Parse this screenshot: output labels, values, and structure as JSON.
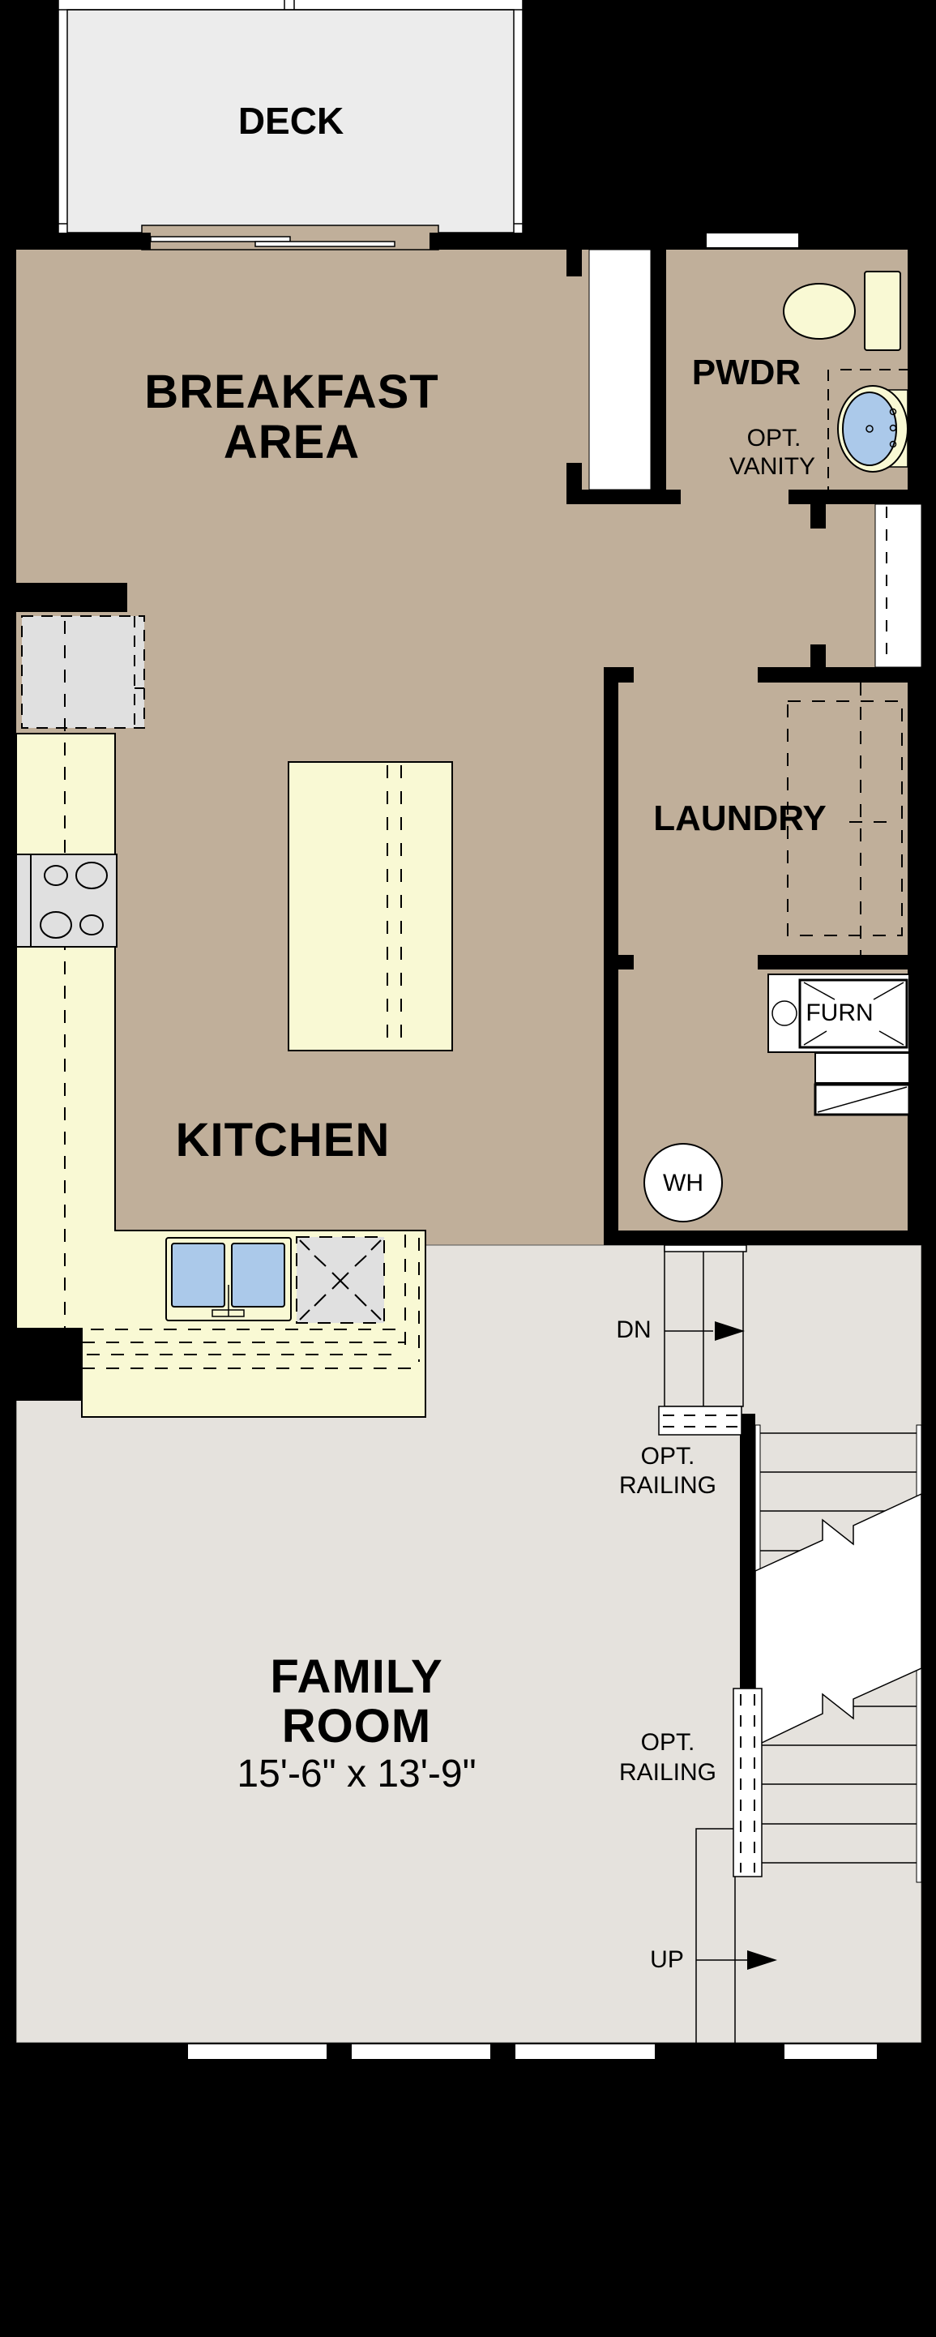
{
  "plan": {
    "title": "Main Floor Plan",
    "colors": {
      "background": "#000000",
      "wall": "#000000",
      "main_floor": "#c0af9a",
      "family_floor": "#e5e2dd",
      "deck_floor": "#ececec",
      "counter": "#f9f9d4",
      "appliance": "#e0e0e0",
      "sink_basin": "#abc9ea",
      "window": "#ffffff"
    },
    "rooms": {
      "deck": {
        "label": "DECK"
      },
      "breakfast": {
        "line1": "BREAKFAST",
        "line2": "AREA"
      },
      "powder": {
        "label": "PWDR",
        "note_line1": "OPT.",
        "note_line2": "VANITY"
      },
      "laundry": {
        "label": "LAUNDRY"
      },
      "kitchen": {
        "label": "KITCHEN"
      },
      "family": {
        "line1": "FAMILY",
        "line2": "ROOM",
        "dimensions": "15'-6\" x 13'-9\""
      }
    },
    "fixtures": {
      "furnace": "FURN",
      "water_heater": "WH"
    },
    "stairs": {
      "down_label": "DN",
      "up_label": "UP",
      "railing_top": {
        "line1": "OPT.",
        "line2": "RAILING"
      },
      "railing_bottom": {
        "line1": "OPT.",
        "line2": "RAILING"
      }
    }
  }
}
